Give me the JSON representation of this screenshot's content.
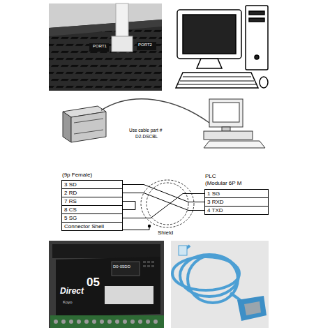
{
  "diagram": {
    "nodes": [
      {
        "text": [
          "3 SD"
        ]
      },
      {
        "text": [
          "2 RD"
        ]
      },
      {
        "text": [
          "7 RS"
        ]
      },
      {
        "text": [
          "8 CS"
        ]
      },
      {
        "text": [
          "5 SG"
        ]
      },
      {
        "text": [
          "Connector Shell"
        ]
      },
      {
        "text": [
          "1 SG"
        ]
      },
      {
        "text": [
          "3 RXD"
        ]
      },
      {
        "text": [
          "4 TXD"
        ]
      }
    ],
    "edges": [
      {
        "from": 0,
        "to": 7,
        "arrow": "none"
      },
      {
        "from": 1,
        "to": 8,
        "arrow": "none"
      },
      {
        "from": 4,
        "to": 6,
        "arrow": "none"
      },
      {
        "from": 2,
        "to": 3,
        "arrow": "none"
      }
    ],
    "labels": [
      "PORT1",
      "PORT2",
      "Use cable part #",
      "D2-DSCBL",
      "(9p Female)",
      "PLC",
      "(Modular 6P M",
      "Shield",
      "Direct",
      "05",
      "Koyo",
      "D0-05DD"
    ]
  }
}
